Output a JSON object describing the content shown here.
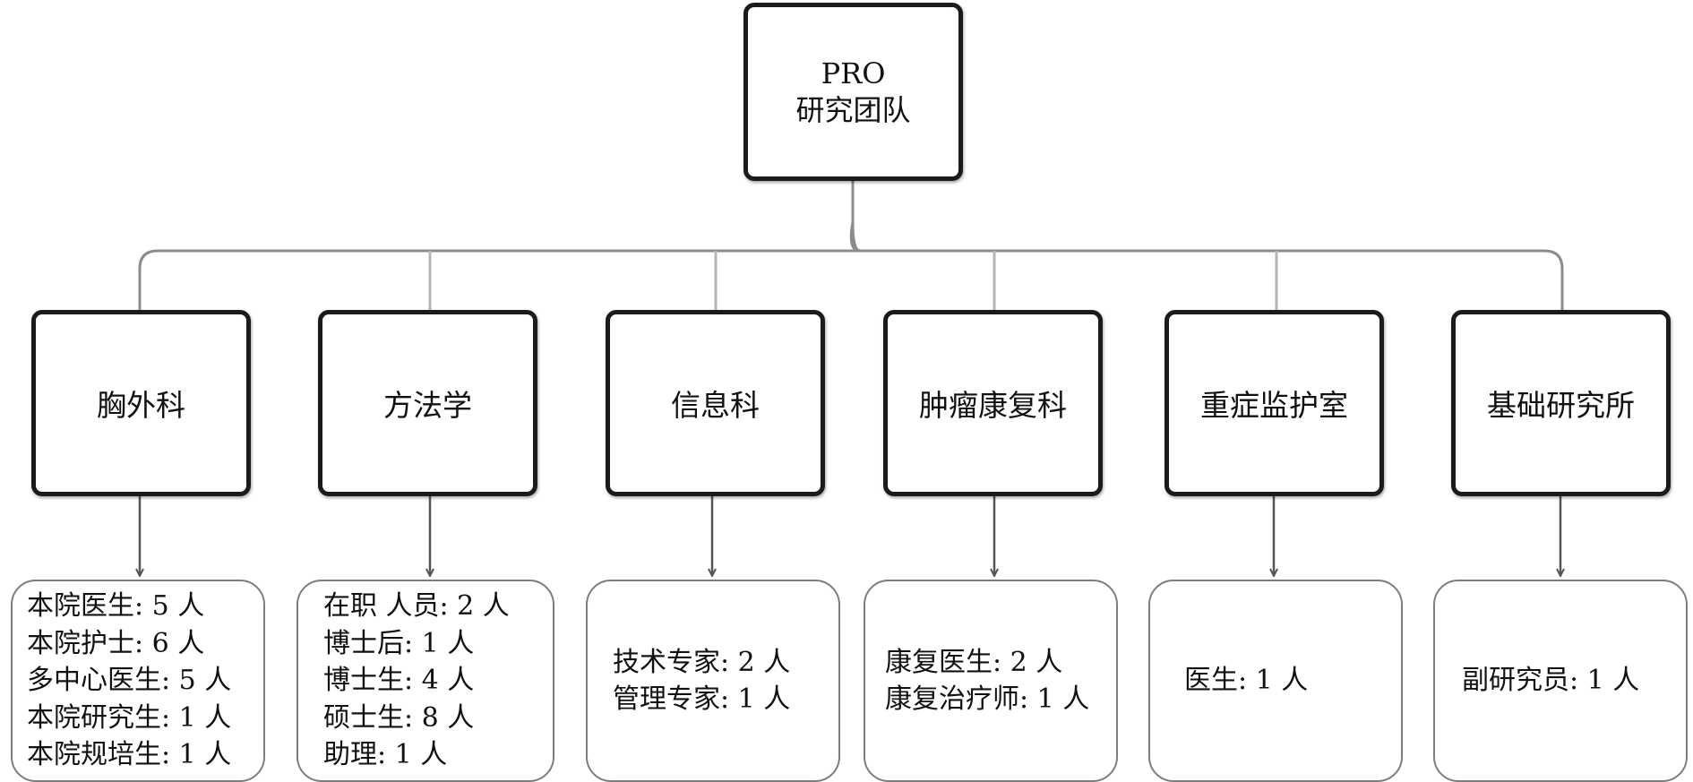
{
  "root": {
    "line1": "PRO",
    "line2": "研究团队"
  },
  "departments": [
    {
      "name": "胸外科",
      "members": [
        "本院医生: 5 人",
        "本院护士: 6 人",
        "多中心医生: 5 人",
        "本院研究生: 1 人",
        "本院规培生: 1 人"
      ]
    },
    {
      "name": "方法学",
      "members": [
        "在职 人员: 2 人",
        "博士后: 1 人",
        "博士生: 4 人",
        "硕士生: 8 人",
        "助理: 1 人"
      ]
    },
    {
      "name": "信息科",
      "members": [
        "技术专家: 2 人",
        "管理专家: 1 人"
      ]
    },
    {
      "name": "肿瘤康复科",
      "members": [
        "康复医生: 2 人",
        "康复治疗师: 1 人"
      ]
    },
    {
      "name": "重症监护室",
      "members": [
        "医生:  1 人"
      ]
    },
    {
      "name": "基础研究所",
      "members": [
        "副研究员: 1 人"
      ]
    }
  ]
}
